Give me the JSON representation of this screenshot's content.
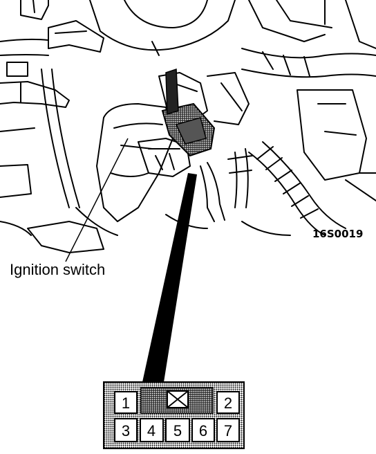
{
  "figure_code": "16S0019",
  "callout_label": "Ignition switch",
  "connector": {
    "top_left_pin": "1",
    "top_right_pin": "2",
    "bottom_pins": [
      "3",
      "4",
      "5",
      "6",
      "7"
    ]
  },
  "colors": {
    "ink": "#000000",
    "screen": "#9a9a9a",
    "paper": "#ffffff"
  }
}
